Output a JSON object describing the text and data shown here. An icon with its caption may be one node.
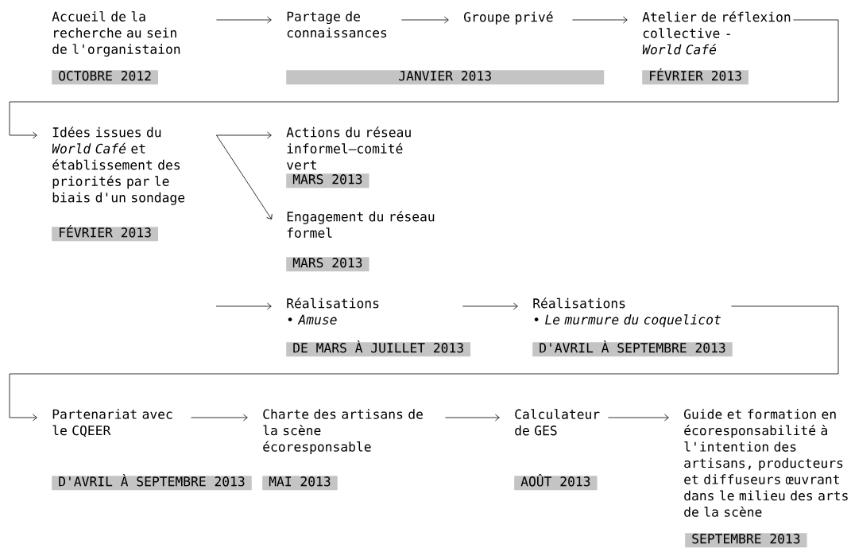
{
  "diagram": {
    "nodes": [
      {
        "text": [
          "Accueil de la recherche au sein de l'organistaion"
        ],
        "beside": [
          "OCTOBRE 2012"
        ]
      },
      {
        "text": [
          "Partage de connaissances"
        ]
      },
      {
        "text": [
          "Groupe privé"
        ]
      },
      {
        "text": [
          "Atelier de réflexion collective -",
          "World Café"
        ],
        "beside": [
          "FÉVRIER 2013"
        ]
      },
      {
        "text": [
          "Idées issues du *World Café* et établissement des priorités par le biais d'un sondage"
        ],
        "beside": [
          "FÉVRIER 2013"
        ]
      },
      {
        "text": [
          "Actions du réseau informel–comité vert"
        ],
        "beside": [
          "MARS 2013"
        ]
      },
      {
        "text": [
          "Engagement du réseau formel"
        ],
        "beside": [
          "MARS 2013"
        ]
      },
      {
        "text": [
          "Réalisations",
          "• *Amuse*"
        ],
        "beside": [
          "DE MARS À JUILLET 2013"
        ]
      },
      {
        "text": [
          "Réalisations",
          "• *Le murmure du coquelicot*"
        ],
        "beside": [
          "D'AVRIL À SEPTEMBRE 2013"
        ]
      },
      {
        "text": [
          "Partenariat avec le CQEER"
        ],
        "beside": [
          "D'AVRIL À SEPTEMBRE 2013"
        ]
      },
      {
        "text": [
          "Charte des artisans de la scène écoresponsable"
        ],
        "beside": [
          "MAI 2013"
        ]
      },
      {
        "text": [
          "Calculateur de GES"
        ],
        "beside": [
          "AOÛT 2013"
        ]
      },
      {
        "text": [
          "Guide et formation en écoresponsabilité à l'intention des artisans, producteurs et diffuseurs œuvrant dans le milieu des arts de la scène"
        ],
        "beside": [
          "SEPTEMBRE 2013"
        ]
      }
    ],
    "edges": [
      {
        "from": 0,
        "to": 1,
        "arrow": "to"
      },
      {
        "from": 1,
        "to": 2,
        "arrow": "to"
      },
      {
        "from": 2,
        "to": 3,
        "arrow": "to"
      },
      {
        "from": 3,
        "to": 4,
        "arrow": "to"
      },
      {
        "from": 4,
        "to": 5,
        "arrow": "to"
      },
      {
        "from": 4,
        "to": 6,
        "arrow": "to"
      },
      {
        "from": null,
        "to": 7,
        "arrow": "to"
      },
      {
        "from": 7,
        "to": 8,
        "arrow": "to"
      },
      {
        "from": 8,
        "to": 9,
        "arrow": "to"
      },
      {
        "from": 9,
        "to": 10,
        "arrow": "to"
      },
      {
        "from": 10,
        "to": 11,
        "arrow": "to"
      },
      {
        "from": 11,
        "to": 12,
        "arrow": "to"
      }
    ],
    "labels": [
      "JANVIER 2013"
    ]
  }
}
